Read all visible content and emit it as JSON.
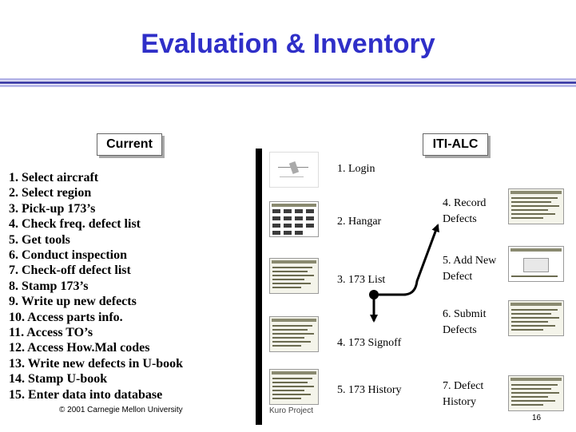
{
  "title": "Evaluation & Inventory",
  "colors": {
    "title": "#2f2fc8",
    "rule_light": "#b8b8e8",
    "rule_dark": "#4444aa"
  },
  "current": {
    "label": "Current",
    "steps": [
      "1. Select aircraft",
      "2. Select region",
      "3. Pick-up 173’s",
      "4. Check freq. defect  list",
      "5. Get tools",
      "6. Conduct inspection",
      "7. Check-off defect list",
      "8. Stamp 173’s",
      "9. Write up new defects",
      "10. Access parts info.",
      "11. Access TO’s",
      "12. Access How.Mal codes",
      "13. Write new defects in U-book",
      "14. Stamp U-book",
      "15. Enter data into database"
    ]
  },
  "alc": {
    "label": "ITI-ALC",
    "left_steps": [
      "1. Login",
      "2. Hangar",
      "3. 173 List",
      "4. 173 Signoff",
      "5. 173 History"
    ],
    "right_steps": [
      [
        "4. Record",
        "Defects"
      ],
      [
        "5. Add New",
        "Defect"
      ],
      [
        "6. Submit",
        "Defects"
      ],
      [
        "7. Defect",
        "History"
      ]
    ]
  },
  "footer": {
    "copyright": "© 2001 Carnegie Mellon University",
    "fragment": "Kuro Project",
    "page_number": "16"
  },
  "icons": [
    "screen-thumbnail",
    "arrow"
  ]
}
